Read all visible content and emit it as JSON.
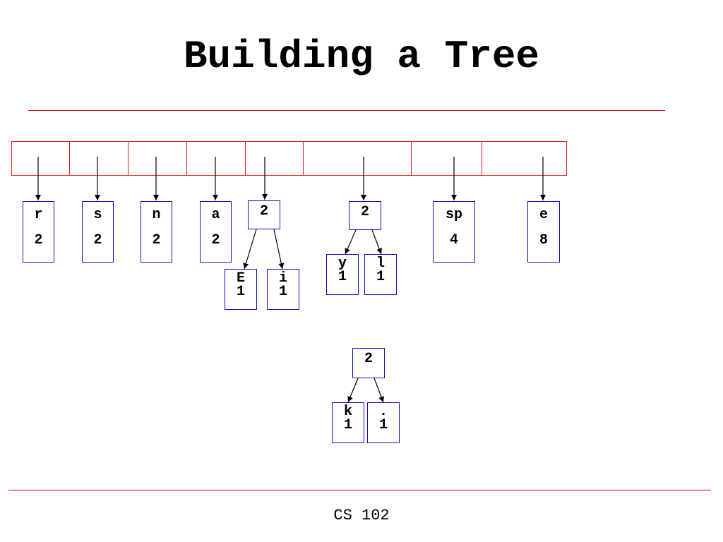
{
  "slide": {
    "title": "Building a Tree",
    "footer": "CS 102"
  },
  "colors": {
    "rule": "#e00000",
    "queue_border": "#e02020",
    "node_border": "#1010c0",
    "edge": "#000000"
  },
  "queue_slots": 8,
  "forest": [
    {
      "char": "r",
      "count": "2"
    },
    {
      "char": "s",
      "count": "2"
    },
    {
      "char": "n",
      "count": "2"
    },
    {
      "char": "a",
      "count": "2"
    },
    {
      "weight": "2",
      "left": {
        "char": "E",
        "count": "1"
      },
      "right": {
        "char": "i",
        "count": "1"
      }
    },
    {
      "weight": "2",
      "left": {
        "char": "y",
        "count": "1"
      },
      "right": {
        "char": "l",
        "count": "1"
      }
    },
    {
      "char": "sp",
      "count": "4"
    },
    {
      "char": "e",
      "count": "8"
    }
  ],
  "new_tree": {
    "weight": "2",
    "left": {
      "char": "k",
      "count": "1"
    },
    "right": {
      "char": ".",
      "count": "1"
    }
  }
}
